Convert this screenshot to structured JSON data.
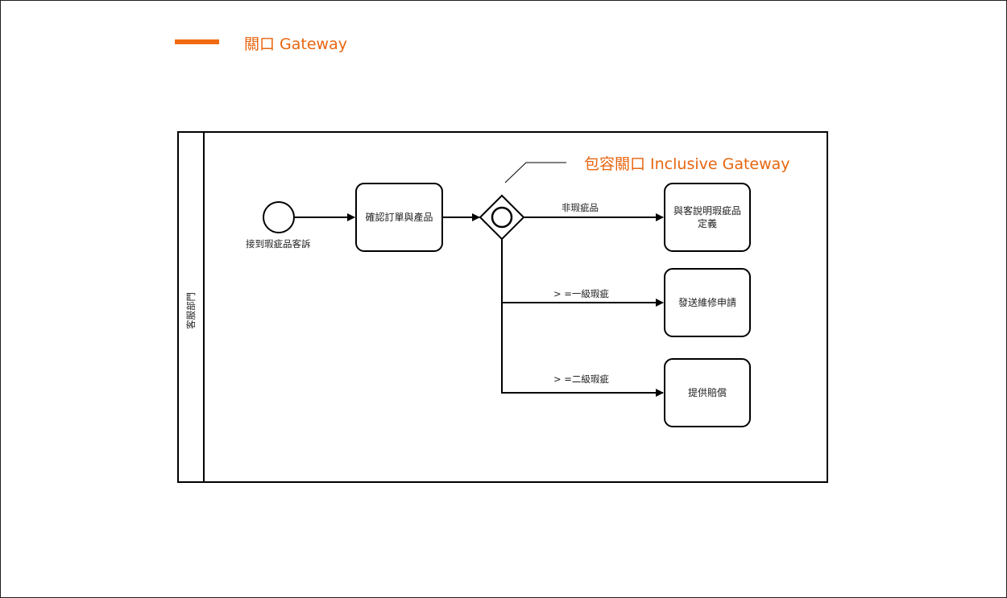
{
  "header": {
    "title": "關口 Gateway",
    "accent_color": "#f26a10"
  },
  "callout": {
    "text": "包容關口 Inclusive Gateway"
  },
  "diagram": {
    "type": "BPMN process",
    "lane": {
      "label": "客服部門"
    },
    "start_event": {
      "label": "接到瑕疵品客訴"
    },
    "tasks": [
      {
        "id": "confirm",
        "label": "確認訂單與產品"
      },
      {
        "id": "explain",
        "label": "與客說明瑕疵品\n定義"
      },
      {
        "id": "repair",
        "label": "發送維修申請"
      },
      {
        "id": "compensate",
        "label": "提供賠償"
      }
    ],
    "gateway": {
      "kind": "inclusive"
    },
    "flows": [
      {
        "from": "start",
        "to": "confirm",
        "label": ""
      },
      {
        "from": "confirm",
        "to": "gateway",
        "label": ""
      },
      {
        "from": "gateway",
        "to": "explain",
        "label": "非瑕疵品"
      },
      {
        "from": "gateway",
        "to": "repair",
        "label": "> =一級瑕疵"
      },
      {
        "from": "gateway",
        "to": "compensate",
        "label": "> =二級瑕疵"
      }
    ]
  }
}
